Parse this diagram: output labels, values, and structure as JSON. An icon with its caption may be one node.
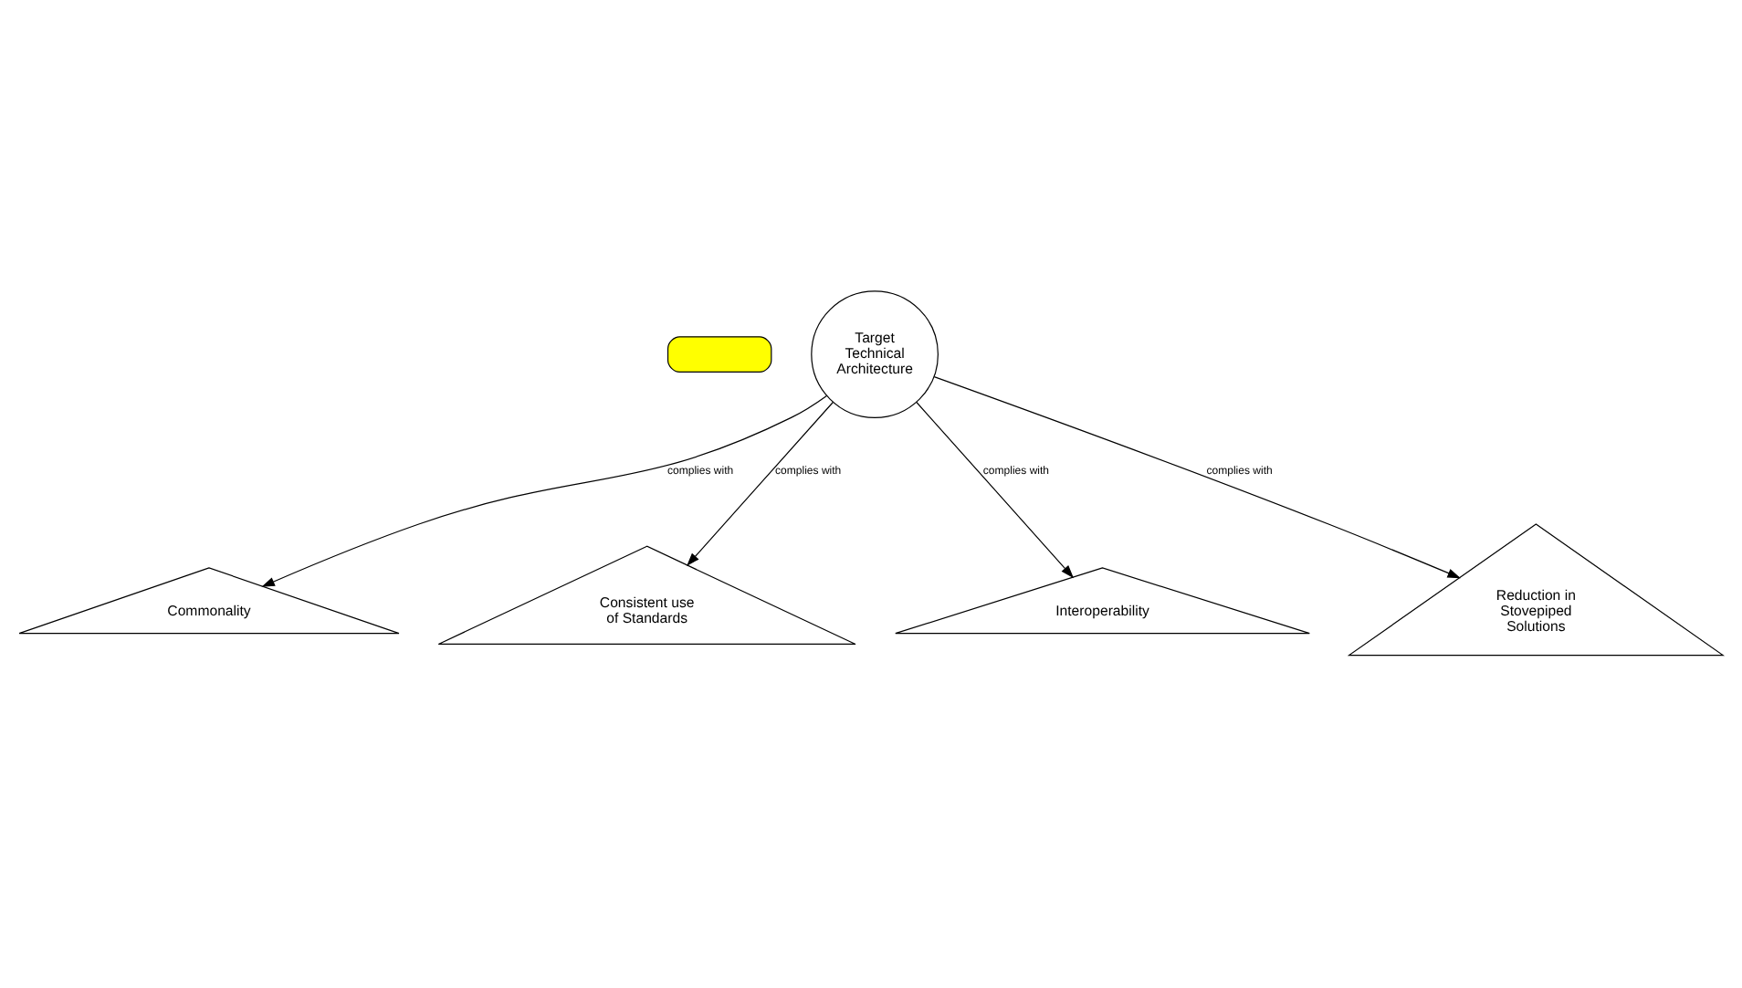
{
  "diagram": {
    "nodes": [
      {
        "text": [],
        "shape": "callout"
      },
      {
        "text": [
          "Target Technical Architecture"
        ]
      },
      {
        "text": [
          "Commonality"
        ]
      },
      {
        "text": [
          "Consistent use of Standards"
        ]
      },
      {
        "text": [
          "Interoperability"
        ]
      },
      {
        "text": [
          "Reduction in Stovepiped Solutions"
        ]
      }
    ],
    "edges": [
      {
        "from": 1,
        "to": 2,
        "arrow": "to",
        "label": "complies with"
      },
      {
        "from": 1,
        "to": 3,
        "arrow": "to",
        "label": "complies with"
      },
      {
        "from": 1,
        "to": 4,
        "arrow": "to",
        "label": "complies with"
      },
      {
        "from": 1,
        "to": 5,
        "arrow": "to",
        "label": "complies with"
      }
    ]
  }
}
